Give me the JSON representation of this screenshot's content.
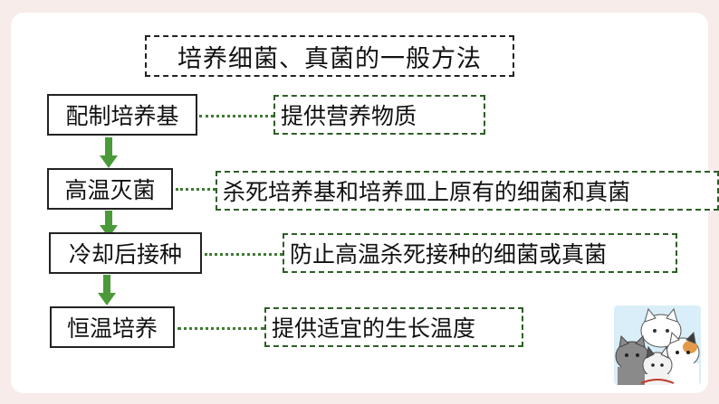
{
  "title": "培养细菌、真菌的一般方法",
  "steps": [
    {
      "label": "配制培养基",
      "description": "提供营养物质"
    },
    {
      "label": "高温灭菌",
      "description": "杀死培养基和培养皿上原有的细菌和真菌"
    },
    {
      "label": "冷却后接种",
      "description": "防止高温杀死接种的细菌或真菌"
    },
    {
      "label": "恒温培养",
      "description": "提供适宜的生长温度"
    }
  ],
  "colors": {
    "background": "#f7ecea",
    "arrow": "#4a9a3a",
    "connector": "#3f7a33",
    "desc_border": "#2e5f27"
  },
  "icons": {
    "flow_arrow": "down-arrow-icon",
    "decoration": "cats-illustration"
  }
}
